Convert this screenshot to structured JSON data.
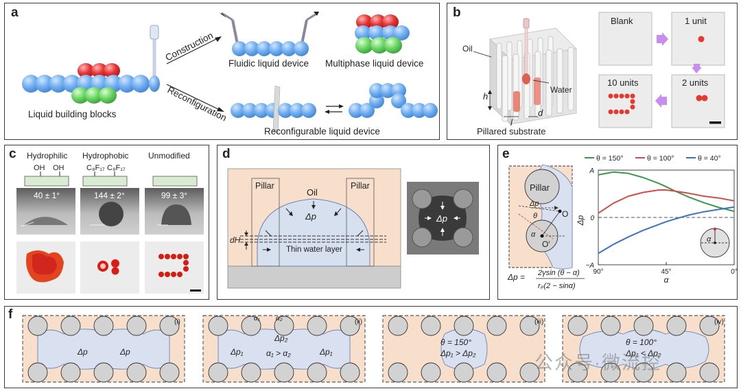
{
  "panels": {
    "a": {
      "label": "a",
      "construction": "Construction",
      "reconfiguration": "Reconfiguration",
      "building_blocks": "Liquid building blocks",
      "fluidic": "Fluidic liquid device",
      "multiphase": "Multiphase liquid device",
      "reconfigurable": "Reconfigurable liquid device"
    },
    "b": {
      "label": "b",
      "oil": "Oil",
      "water": "Water",
      "h": "h",
      "l": "l",
      "d": "d",
      "substrate": "Pillared substrate",
      "blank": "Blank",
      "unit1": "1 unit",
      "units2": "2 units",
      "units10": "10 units"
    },
    "c": {
      "label": "c",
      "hydrophilic": "Hydrophilic",
      "hydrophobic": "Hydrophobic",
      "unmodified": "Unmodified",
      "oh1": "OH",
      "oh2": "OH",
      "cf1": "C₈F₁₇",
      "cf2": "C₈F₁₇",
      "angle1": "40 ± 1°",
      "angle2": "144 ± 2°",
      "angle3": "99 ± 3°"
    },
    "d": {
      "label": "d",
      "pillar_left": "Pillar",
      "pillar_right": "Pillar",
      "oil": "Oil",
      "dp": "Δp",
      "dH": "dH",
      "thin_layer": "Thin water layer",
      "dp_photo": "Δp"
    },
    "e": {
      "label": "e",
      "pillar": "Pillar",
      "dp": "Δp",
      "theta": "θ",
      "alpha": "α",
      "O": "O",
      "Oprime": "O′",
      "formula_lhs": "Δp =",
      "formula_num": "2γsin (θ − α)",
      "formula_den": "rₚ(2 − sinα)"
    },
    "f": {
      "label": "f",
      "sub1": "(i)",
      "sub2": "(ii)",
      "sub3": "(iii)",
      "sub4": "(iv)",
      "i_dp_left": "Δp",
      "i_dp_right": "Δp",
      "ii_a1": "α₁",
      "ii_a2": "α₂",
      "ii_dp2": "Δp₂",
      "ii_dp1_left": "Δp₁",
      "ii_dp1_right": "Δp₁",
      "ii_rel": "α₁ > α₂",
      "iii_theta": "θ = 150°",
      "iii_rel": "Δp₁ > Δp₂",
      "iv_theta": "θ = 100°",
      "iv_rel": "Δp₁ < Δp₂"
    },
    "watermark": "公众号·微流控"
  },
  "chart_data": {
    "type": "line",
    "xlabel": "α",
    "ylabel": "Δp",
    "x_ticks": [
      "90°",
      "45°",
      "0°"
    ],
    "y_ticks": [
      "A",
      "0",
      "−A"
    ],
    "xlim": [
      90,
      0
    ],
    "ylim": [
      -1,
      1
    ],
    "series": [
      {
        "name": "θ = 150°",
        "color": "#3a9a4c",
        "x": [
          90,
          80,
          70,
          60,
          50,
          45,
          40,
          30,
          20,
          10,
          0
        ],
        "values": [
          0.9,
          0.96,
          0.93,
          0.84,
          0.72,
          0.65,
          0.57,
          0.43,
          0.31,
          0.21,
          0.13
        ]
      },
      {
        "name": "θ = 100°",
        "color": "#d84a4a",
        "x": [
          90,
          80,
          70,
          60,
          50,
          45,
          40,
          30,
          20,
          10,
          0
        ],
        "values": [
          0.09,
          0.3,
          0.45,
          0.53,
          0.58,
          0.58,
          0.56,
          0.51,
          0.45,
          0.41,
          0.35
        ]
      },
      {
        "name": "θ = 40°",
        "color": "#3a72c8",
        "x": [
          90,
          80,
          70,
          60,
          50,
          45,
          40,
          30,
          20,
          10,
          0
        ],
        "values": [
          -0.76,
          -0.57,
          -0.41,
          -0.27,
          -0.15,
          -0.09,
          -0.04,
          0.05,
          0.12,
          0.17,
          0.22
        ]
      }
    ]
  }
}
